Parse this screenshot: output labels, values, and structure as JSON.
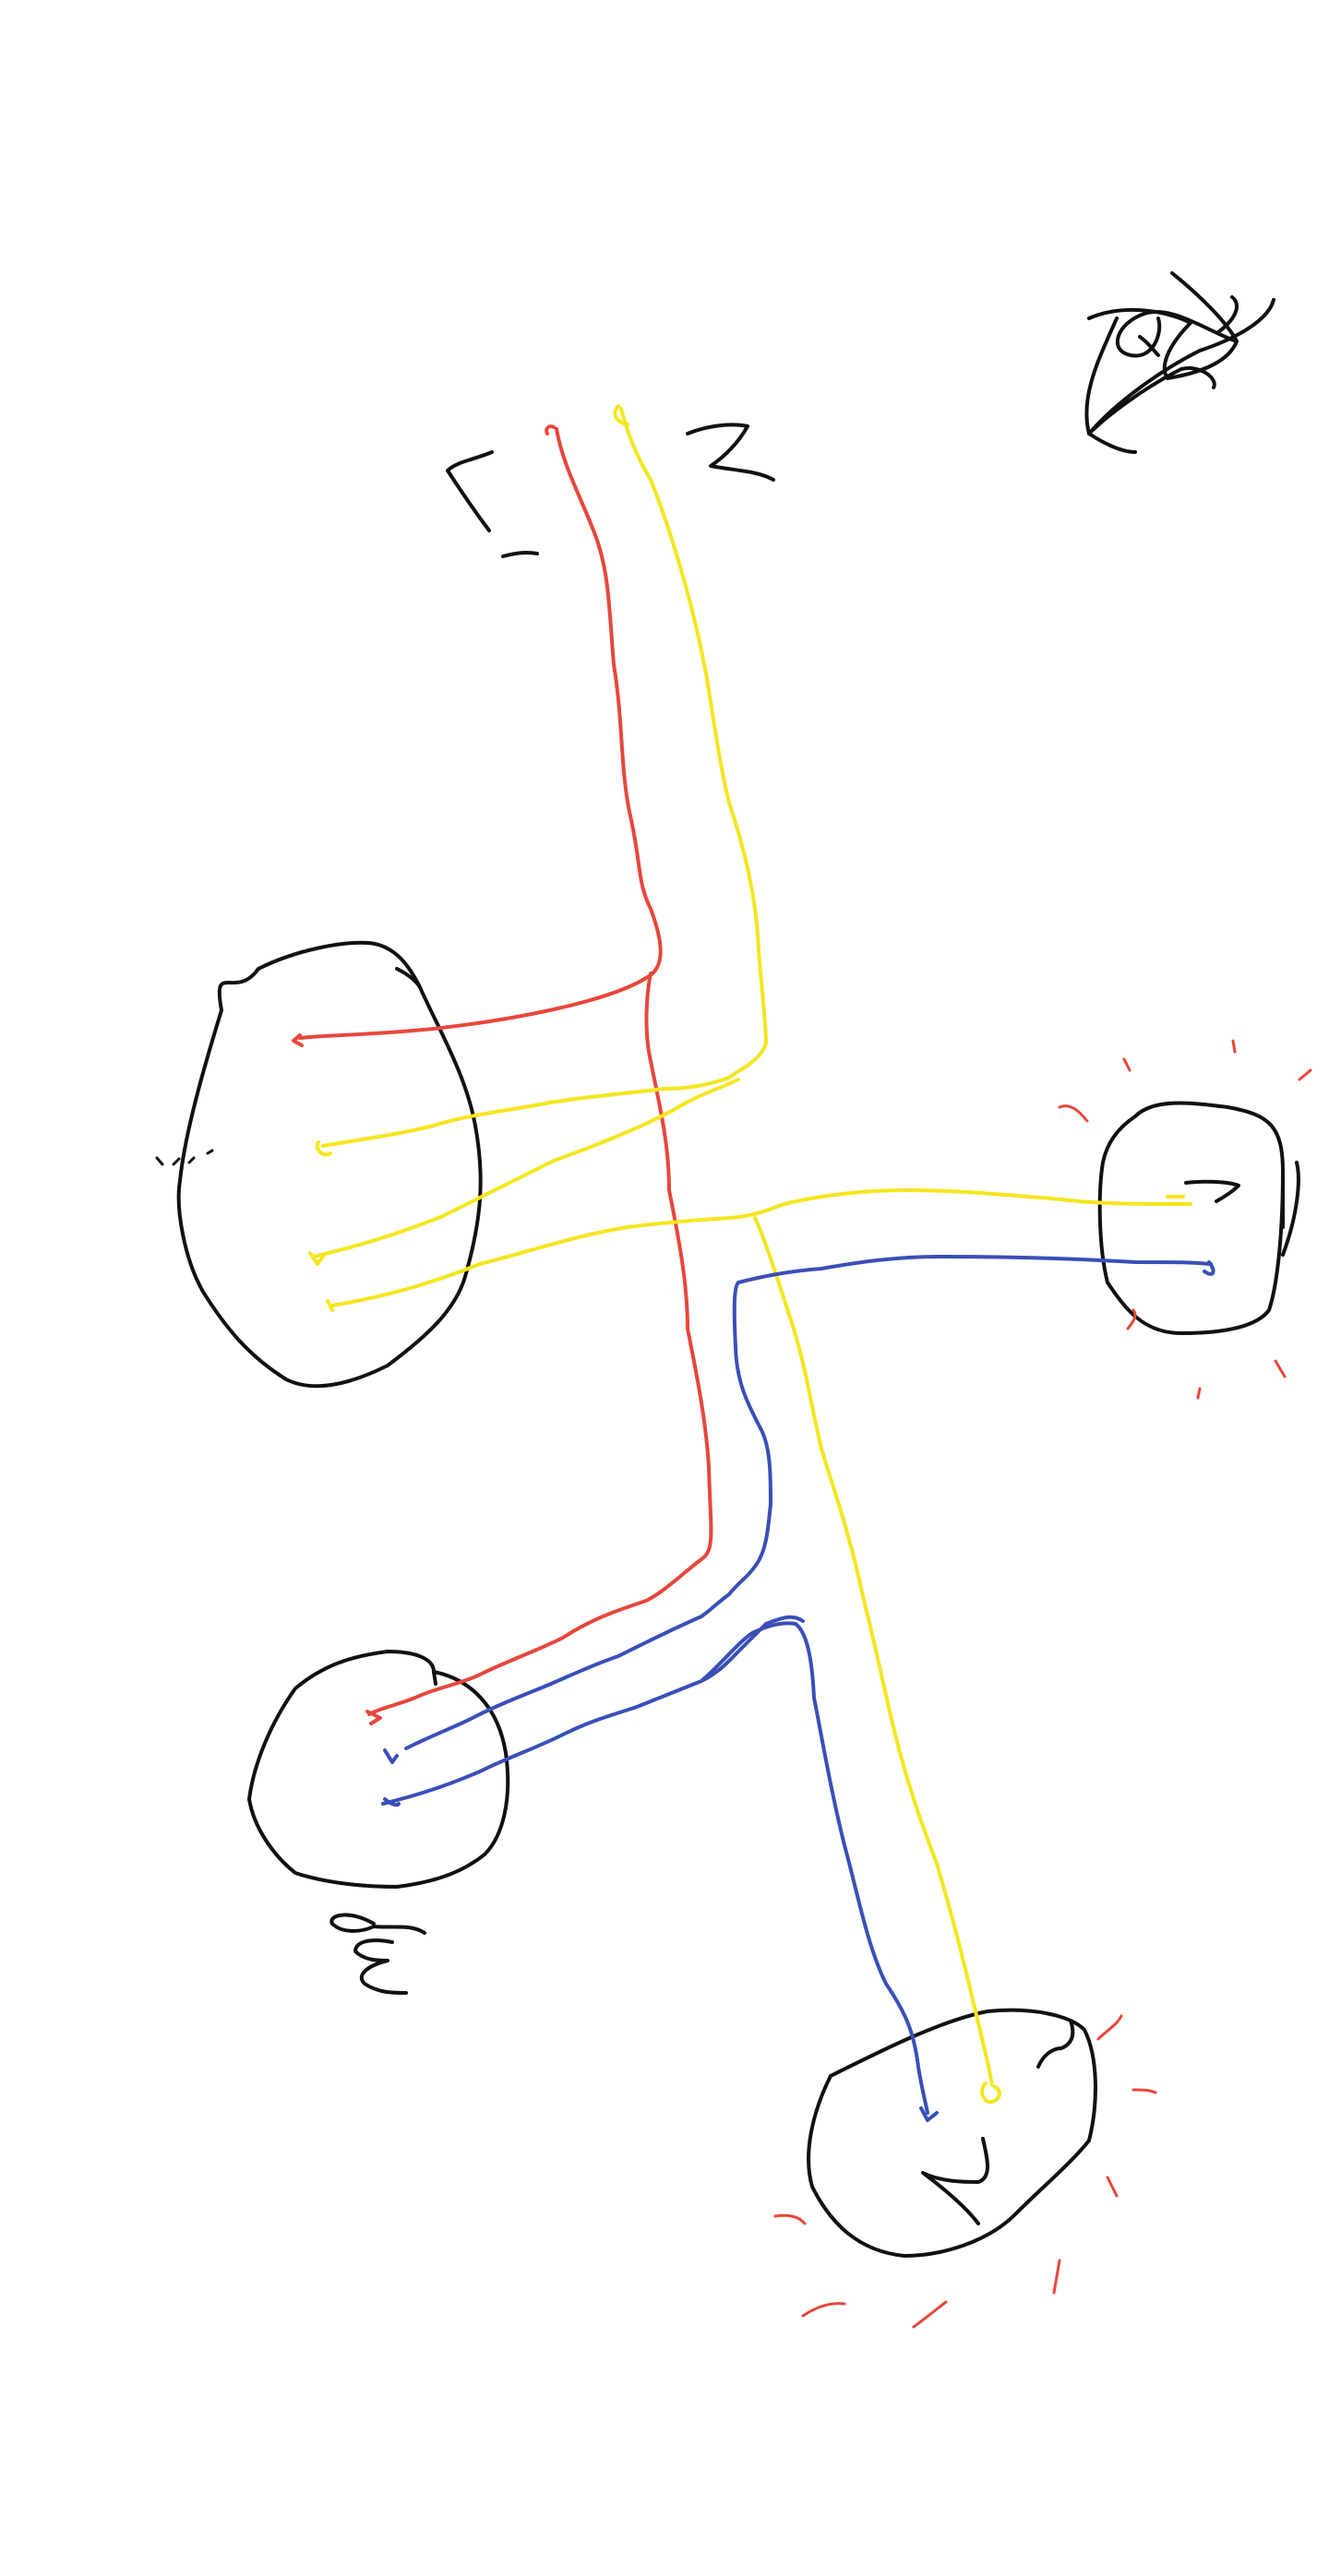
{
  "colors": {
    "background": "#ffffff",
    "outline": "#111111",
    "wire_live": "#e8463c",
    "wire_switched": "#f5e61e",
    "wire_neutral": "#3a4fb8",
    "glow": "#e8463c"
  },
  "icons": {
    "corner_mark": "scribble-mark-icon"
  },
  "wires": [
    "wire_live",
    "wire_switched",
    "wire_neutral"
  ],
  "nodes": [
    "junction-box",
    "light-top-right",
    "switch-bottom-left",
    "light-bottom"
  ]
}
